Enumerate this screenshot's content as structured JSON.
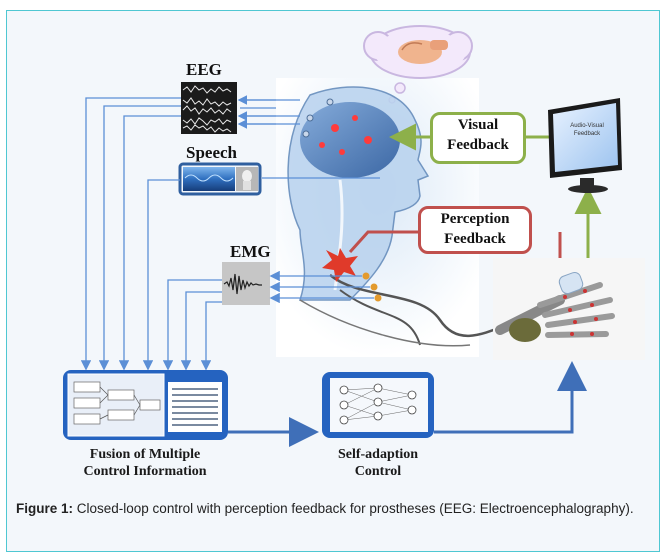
{
  "signals": {
    "eeg": "EEG",
    "speech": "Speech",
    "emg": "EMG"
  },
  "feedback": {
    "visual_line1": "Visual",
    "visual_line2": "Feedback",
    "perception_line1": "Perception",
    "perception_line2": "Feedback"
  },
  "monitor_text_line1": "Audio-Visual",
  "monitor_text_line2": "Feedback",
  "modules": {
    "fusion_line1": "Fusion of Multiple",
    "fusion_line2": "Control Information",
    "adaption_line1": "Self-adaption",
    "adaption_line2": "Control"
  },
  "caption": {
    "label": "Figure 1:",
    "text": " Closed-loop control with perception feedback for prostheses (EEG: Electroencephalography)."
  },
  "colors": {
    "frame_border": "#4fc7d2",
    "visual_feedback": "#8db04a",
    "perception_feedback": "#c0504d",
    "signal_lines": "#5b8fd6",
    "module_blue": "#2563c0"
  }
}
